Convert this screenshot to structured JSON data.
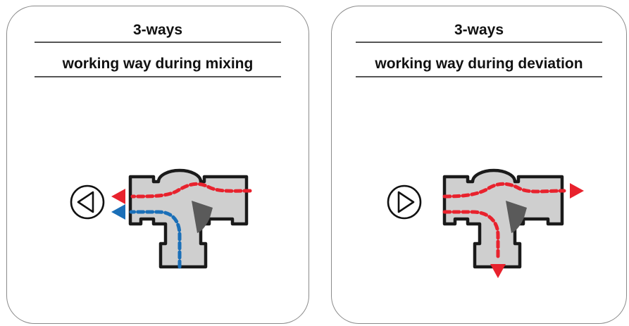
{
  "panels": [
    {
      "title": "3-ways",
      "subtitle": "working way during mixing",
      "direction_icon": "play-left-icon",
      "flow_colors": [
        "#e8222d",
        "#1a6fb8"
      ]
    },
    {
      "title": "3-ways",
      "subtitle": "working way during deviation",
      "direction_icon": "play-right-icon",
      "flow_colors": [
        "#e8222d",
        "#e8222d"
      ]
    }
  ],
  "colors": {
    "valve_body": "#cfcfcf",
    "valve_outline": "#1a1a1a",
    "plug": "#5a5a5a",
    "red_flow": "#e8222d",
    "blue_flow": "#1a6fb8"
  }
}
